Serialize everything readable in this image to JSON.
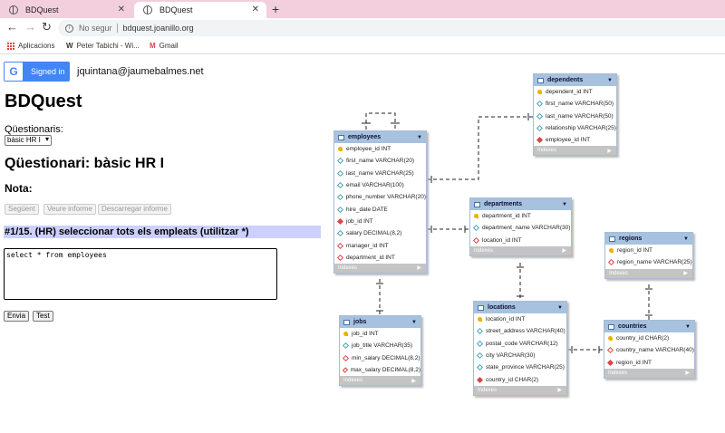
{
  "browser": {
    "tabs": [
      {
        "title": "BDQuest"
      },
      {
        "title": "BDQuest"
      }
    ],
    "address": {
      "security": "No segur",
      "url": "bdquest.joanillo.org"
    },
    "bookmarks": [
      {
        "label": "Aplicacions",
        "icon": "apps-grid-icon"
      },
      {
        "label": "Peter Tabichi - Wi...",
        "icon": "wikipedia-icon"
      },
      {
        "label": "Gmail",
        "icon": "gmail-icon"
      }
    ]
  },
  "auth": {
    "signed_in_label": "Signed in",
    "email": "jquintana@jaumebalmes.net"
  },
  "app": {
    "title": "BDQuest"
  },
  "quiz": {
    "select_label": "Qüestionaris:",
    "select_value": "bàsic HR I",
    "heading": "Qüestionari: bàsic HR I",
    "nota_label": "Nota:",
    "buttons": {
      "seguent": "Següent",
      "veure": "Veure informe",
      "descarregar": "Descarregar informe"
    },
    "question": "#1/15. (HR) seleccionar tots els empleats (utilitzar *)",
    "sql": "select * from employees",
    "envia": "Envia",
    "test": "Test"
  },
  "er": {
    "indexes_label": "Indexes",
    "tables": {
      "employees": {
        "name": "employees",
        "columns": [
          {
            "t": "pk",
            "c": "employee_id INT"
          },
          {
            "t": "col",
            "c": "first_name VARCHAR(20)"
          },
          {
            "t": "col",
            "c": "last_name VARCHAR(25)"
          },
          {
            "t": "col",
            "c": "email VARCHAR(100)"
          },
          {
            "t": "col",
            "c": "phone_number VARCHAR(20)"
          },
          {
            "t": "col",
            "c": "hire_date DATE"
          },
          {
            "t": "fk",
            "c": "job_id INT"
          },
          {
            "t": "col",
            "c": "salary DECIMAL(8,2)"
          },
          {
            "t": "nn",
            "c": "manager_id INT"
          },
          {
            "t": "nn",
            "c": "department_id INT"
          }
        ]
      },
      "dependents": {
        "name": "dependents",
        "columns": [
          {
            "t": "pk",
            "c": "dependent_id INT"
          },
          {
            "t": "col",
            "c": "first_name VARCHAR(50)"
          },
          {
            "t": "col",
            "c": "last_name VARCHAR(50)"
          },
          {
            "t": "col",
            "c": "relationship VARCHAR(25)"
          },
          {
            "t": "fk",
            "c": "employee_id INT"
          }
        ]
      },
      "departments": {
        "name": "departments",
        "columns": [
          {
            "t": "pk",
            "c": "department_id INT"
          },
          {
            "t": "col",
            "c": "department_name VARCHAR(30)"
          },
          {
            "t": "nn",
            "c": "location_id INT"
          }
        ]
      },
      "regions": {
        "name": "regions",
        "columns": [
          {
            "t": "pk",
            "c": "region_id INT"
          },
          {
            "t": "nn",
            "c": "region_name VARCHAR(25)"
          }
        ]
      },
      "jobs": {
        "name": "jobs",
        "columns": [
          {
            "t": "pk",
            "c": "job_id INT"
          },
          {
            "t": "col",
            "c": "job_title VARCHAR(35)"
          },
          {
            "t": "nn",
            "c": "min_salary DECIMAL(8,2)"
          },
          {
            "t": "nn",
            "c": "max_salary DECIMAL(8,2)"
          }
        ]
      },
      "locations": {
        "name": "locations",
        "columns": [
          {
            "t": "pk",
            "c": "location_id INT"
          },
          {
            "t": "col",
            "c": "street_address VARCHAR(40)"
          },
          {
            "t": "col",
            "c": "postal_code VARCHAR(12)"
          },
          {
            "t": "col",
            "c": "city VARCHAR(30)"
          },
          {
            "t": "col",
            "c": "state_province VARCHAR(25)"
          },
          {
            "t": "fk",
            "c": "country_id CHAR(2)"
          }
        ]
      },
      "countries": {
        "name": "countries",
        "columns": [
          {
            "t": "pk",
            "c": "country_id CHAR(2)"
          },
          {
            "t": "nn",
            "c": "country_name VARCHAR(40)"
          },
          {
            "t": "fk",
            "c": "region_id INT"
          }
        ]
      }
    }
  }
}
